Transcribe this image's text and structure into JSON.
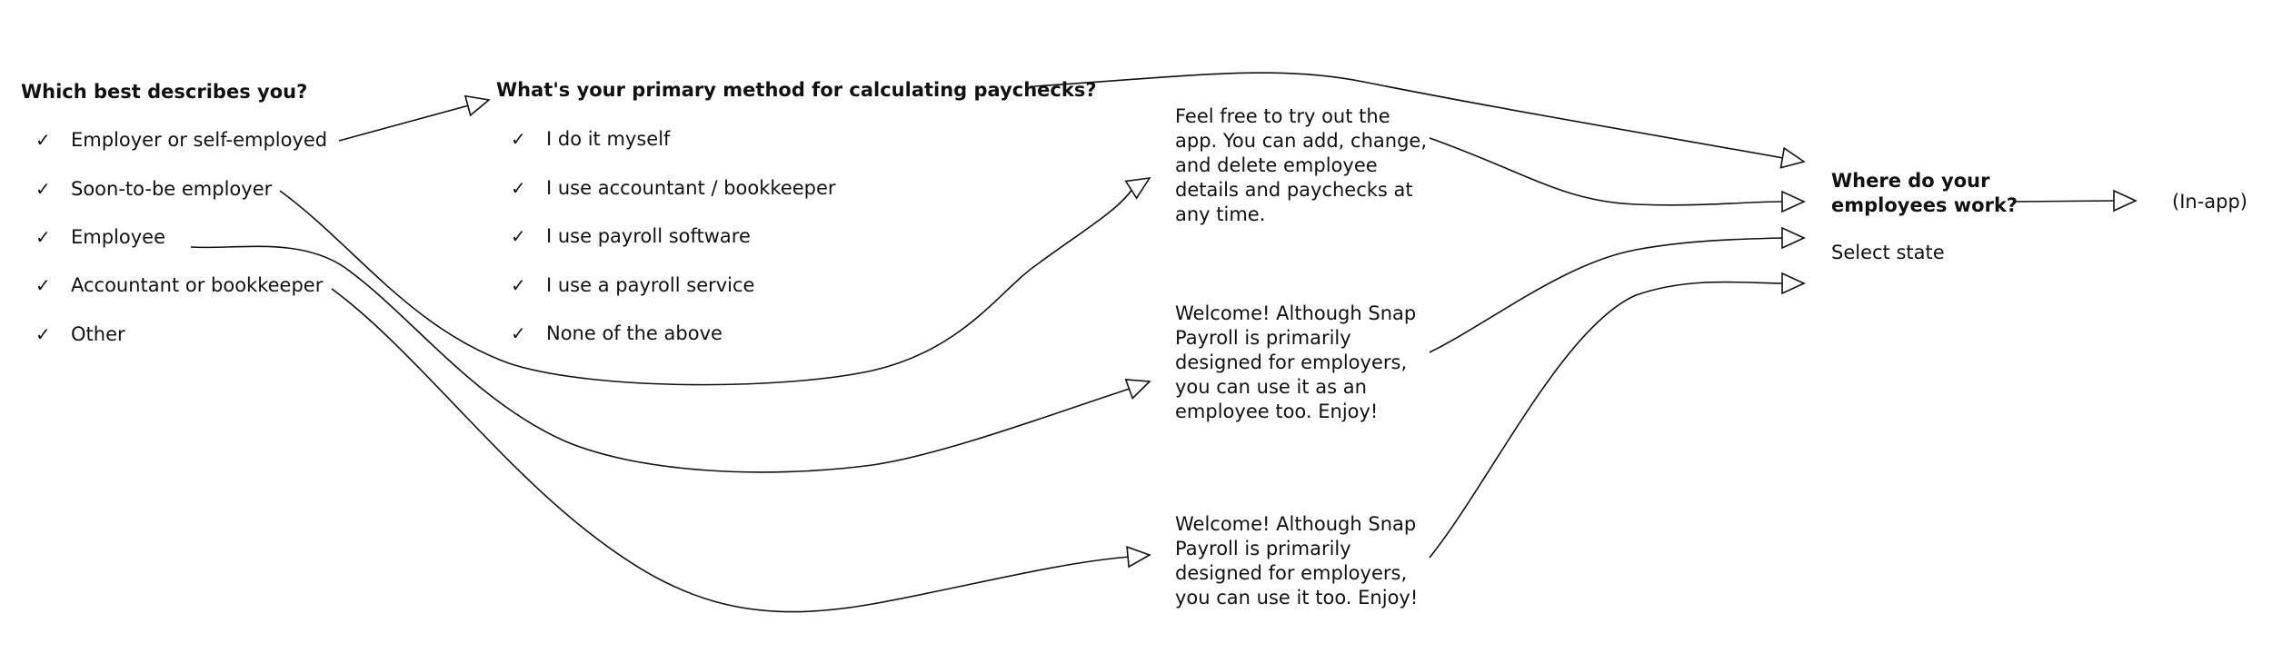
{
  "colors": {
    "ink": "#111111",
    "background": "#ffffff"
  },
  "step1": {
    "heading": "Which best describes you?",
    "check_icon": "✓",
    "options": [
      "Employer or self-employed",
      "Soon-to-be employer",
      "Employee",
      "Accountant or bookkeeper",
      "Other"
    ]
  },
  "step2": {
    "heading": "What's your primary method for calculating paychecks?",
    "check_icon": "✓",
    "options": [
      "I do it myself",
      "I use accountant / bookkeeper",
      "I use payroll software",
      "I use a payroll service",
      "None of the above"
    ]
  },
  "messages": {
    "try_app": "Feel free to try out the app. You can add, change, and delete employee details and paychecks at any time.",
    "welcome_employee": "Welcome! Although Snap Payroll is primarily designed for employers, you can use it as an employee too. Enjoy!",
    "welcome_accountant": "Welcome! Although Snap Payroll is primarily designed for employers, you can use it too. Enjoy!"
  },
  "step3": {
    "heading": "Where do your employees work?",
    "select_label": "Select state"
  },
  "end": {
    "label": "(In-app)"
  }
}
